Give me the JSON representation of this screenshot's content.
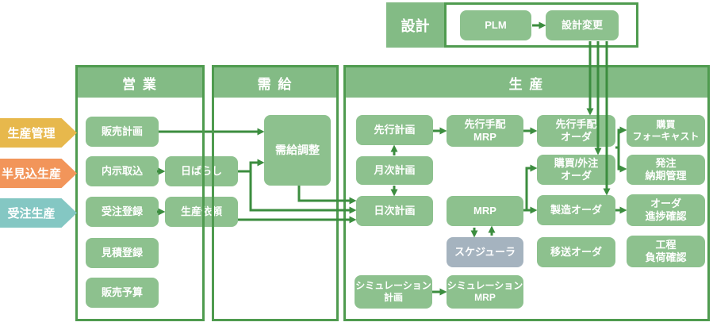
{
  "design": {
    "label": "設計",
    "plm": "PLM",
    "design_change": "設計変更"
  },
  "side_banners": [
    {
      "label": "生産管理",
      "color": "#E7B84C"
    },
    {
      "label": "半見込生産",
      "color": "#F2955A"
    },
    {
      "label": "受注生産",
      "color": "#84C7C3"
    }
  ],
  "sections": {
    "sales": "営 業",
    "supply_demand": "需 給",
    "production": "生 産"
  },
  "nodes": {
    "sales_plan": "販売計画",
    "forecast_import": "内示取込",
    "order_entry": "受注登録",
    "quote_entry": "見積登録",
    "sales_budget": "販売予算",
    "daily_breakdown": "日ばらし",
    "production_request": "生産依頼",
    "supply_demand_adjust": "需給調整",
    "advance_plan": "先行計画",
    "monthly_plan": "月次計画",
    "daily_plan": "日次計画",
    "simulation_plan": "シミュレーション\n計画",
    "advance_mrp": "先行手配\nMRP",
    "mrp": "MRP",
    "scheduler": "スケジューラ",
    "simulation_mrp": "シミュレーション\nMRP",
    "advance_order": "先行手配\nオーダ",
    "purchase_subcontract_order": "購買/外注\nオーダ",
    "manufacturing_order": "製造オーダ",
    "transfer_order": "移送オーダ",
    "purchase_forecast": "購買\nフォーキャスト",
    "po_delivery_mgmt": "発注\n納期管理",
    "order_progress": "オーダ\n進捗確認",
    "process_load": "工程\n負荷確認"
  },
  "colors": {
    "header_green": "#83BB85",
    "node_green": "#8DC18E",
    "line_green": "#3C8D3F",
    "border_green": "#4F9B4F",
    "scheduler_gray": "#A5B3BF",
    "banner_yellow": "#E7B84C",
    "banner_orange": "#F2955A",
    "banner_teal": "#84C7C3"
  }
}
